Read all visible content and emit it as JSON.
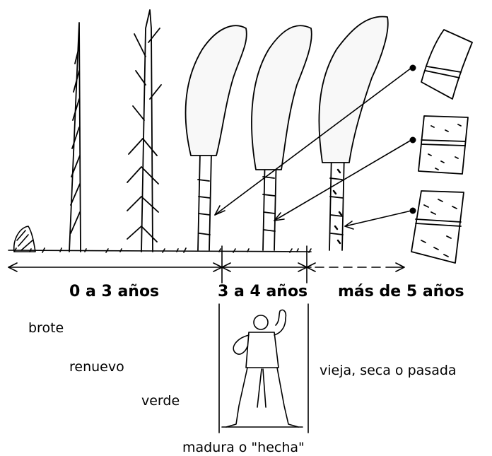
{
  "timeline": {
    "period_1": "0 a 3 años",
    "period_2": "3 a 4 años",
    "period_3": "más de 5 años"
  },
  "stages": {
    "brote": "brote",
    "renuevo": "renuevo",
    "verde": "verde",
    "madura": "madura o \"hecha\"",
    "vieja": "vieja, seca o pasada"
  }
}
